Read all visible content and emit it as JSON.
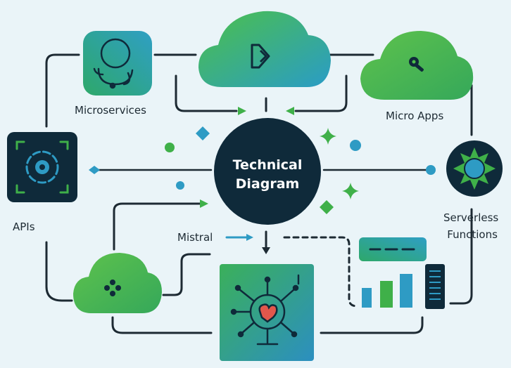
{
  "center": {
    "title_line1": "Technical",
    "title_line2": "Diagram"
  },
  "nodes": {
    "microservices": "Microservices",
    "micro_apps": "Micro Apps",
    "apis": "APIs",
    "serverless_line1": "Serverless",
    "serverless_line2": "Functions",
    "mistral": "Mistral"
  },
  "colors": {
    "background": "#eaf4f8",
    "navy": "#0f2a3a",
    "green": "#3fb049",
    "teal": "#2e9bc4",
    "line": "#1d2a33"
  },
  "icons": {
    "microservices": "headset-user-icon",
    "top_cloud": "play-arrow-icon",
    "micro_apps_cloud": "key-icon",
    "apis": "target-scan-icon",
    "serverless": "sun-gear-icon",
    "bottom_left_cloud": "four-dots-icon",
    "bottom_center": "brain-circuit-icon",
    "bottom_right": "bar-chart-server-icon"
  }
}
